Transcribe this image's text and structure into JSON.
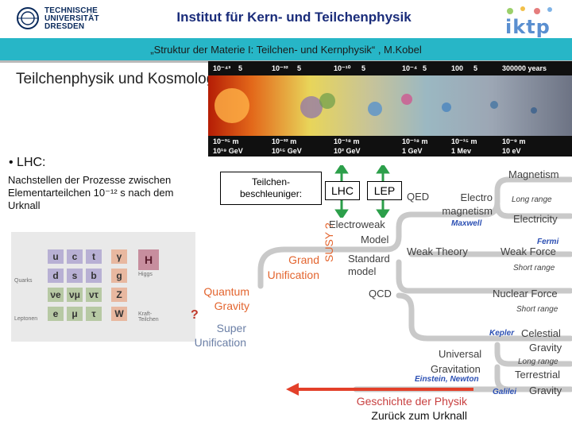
{
  "header": {
    "logo_lines": [
      "TECHNISCHE",
      "UNIVERSITÄT",
      "DRESDEN"
    ],
    "title": "Institut für Kern- und Teilchenphysik",
    "subtitle": "„Struktur der Materie I: Teilchen- und Kernphysik“ , M.Kobel",
    "iktp_logo": "iktp"
  },
  "main": {
    "heading": "Teilchenphysik und Kosmologie:",
    "bullet": "• LHC:",
    "note": "Nachstellen der Prozesse zwischen Elementarteilchen 10⁻¹² s nach dem Urknall"
  },
  "standard_model": {
    "rows": [
      [
        "u",
        "c",
        "t",
        "γ"
      ],
      [
        "d",
        "s",
        "b",
        "g"
      ],
      [
        "νe",
        "νμ",
        "ντ",
        "Z"
      ],
      [
        "e",
        "μ",
        "τ",
        "W"
      ]
    ],
    "higgs": "H",
    "labels": {
      "quarks": "Quarks",
      "leptons": "Leptonen",
      "higgs": "Higgs",
      "force": "Kraft-Teilchen"
    }
  },
  "timeline": {
    "times_top": [
      "10⁻⁴³",
      "5",
      "10⁻³²",
      "5",
      "10⁻¹⁰",
      "5",
      "10⁻⁴",
      "5",
      "100",
      "5",
      "300000 years"
    ],
    "bottom_rows": [
      [
        "10⁻³⁵ m",
        "10⁻³² m",
        "10⁻¹⁸ m",
        "10⁻¹⁸ m",
        "10⁻¹⁵ m",
        "10⁻⁹ m"
      ],
      [
        "10¹⁹ GeV",
        "10¹⁵ GeV",
        "10² GeV",
        "1 GeV",
        "1 Mev",
        "10 eV"
      ]
    ]
  },
  "accelerator": {
    "label": "Teilchen-beschleuniger:",
    "lhc": "LHC",
    "lep": "LEP"
  },
  "diagram": {
    "magnetism": "Magnetism",
    "qed": "QED",
    "electromagnetism": "Electro magnetism",
    "maxwell": "Maxwell",
    "long_range": "Long range",
    "electricity": "Electricity",
    "electroweak": "Electroweak",
    "susy": "SUSY ?",
    "model": "Model",
    "weak_theory": "Weak Theory",
    "fermi": "Fermi",
    "weak_force": "Weak Force",
    "short_range": "Short range",
    "grand_unification": "Grand Unification",
    "standard_model": "Standard model",
    "nuclear_force": "Nuclear Force",
    "qcd": "QCD",
    "quantum_gravity": "Quantum Gravity",
    "question": "?",
    "super_unification": "Super Unification",
    "kepler": "Kepler",
    "celestial": "Celestial",
    "gravity": "Gravity",
    "terrestrial": "Terrestrial",
    "universal": "Universal",
    "gravitation": "Gravitation",
    "einstein_newton": "Einstein, Newton",
    "galilei": "Galilei",
    "history": [
      "Geschichte der Physik",
      "Zurück zum Urknall"
    ]
  }
}
